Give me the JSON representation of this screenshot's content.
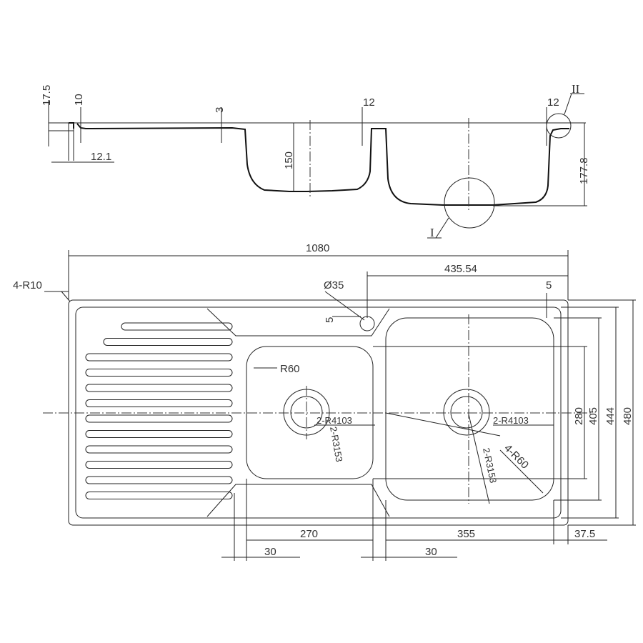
{
  "section_view": {
    "dims": {
      "lip_height": "17.5",
      "rim": "10",
      "flange": "12.1",
      "drainer_depth": "3",
      "small_bowl_depth": "150",
      "divider_offset": "12",
      "edge_offset": "12",
      "large_bowl_depth": "177.8"
    },
    "detail_labels": {
      "detail_1": "I",
      "detail_2": "II"
    }
  },
  "plan_view": {
    "dims": {
      "overall_length": "1080",
      "tap_offset": "435.54",
      "corner_radius": "4-R10",
      "tap_hole": "Ø35",
      "tap_margin_top": "5",
      "tap_margin_side": "5",
      "small_bowl_radius": "R60",
      "small_bowl_r1": "2-R4103",
      "small_bowl_r2": "2-R3153",
      "large_bowl_r1": "2-R4103",
      "large_bowl_r2": "2-R3153",
      "large_bowl_corner": "4-R60",
      "h280": "280",
      "h405": "405",
      "h444": "444",
      "h480": "480",
      "small_bowl_width": "270",
      "large_bowl_width": "355",
      "right_margin": "37.5",
      "gap_left": "30",
      "gap_right": "30"
    }
  }
}
